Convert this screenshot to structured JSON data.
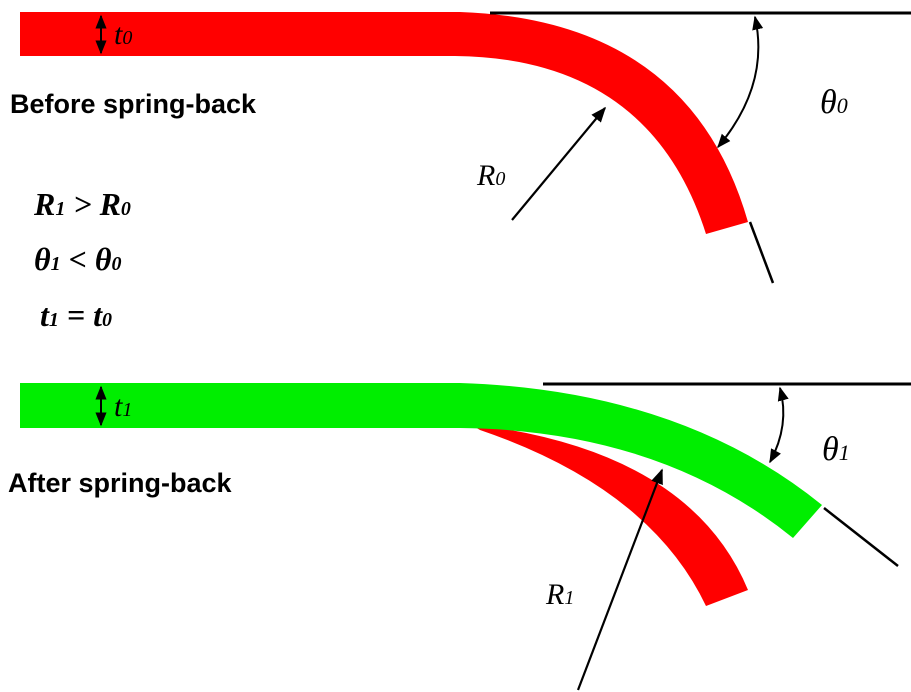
{
  "before": {
    "title": "Before spring-back",
    "thickness_label": "t",
    "thickness_sub": "0",
    "radius_label": "R",
    "radius_sub": "0",
    "angle_label": "θ",
    "angle_sub": "0"
  },
  "relations": {
    "r_lhs": "R",
    "r_lhs_sub": "1",
    "r_op": " > ",
    "r_rhs": "R",
    "r_rhs_sub": "0",
    "theta_lhs": "θ",
    "theta_lhs_sub": "1",
    "theta_op": " < ",
    "theta_rhs": "θ",
    "theta_rhs_sub": "0",
    "t_lhs": "t",
    "t_lhs_sub": "1",
    "t_op": " = ",
    "t_rhs": "t",
    "t_rhs_sub": "0"
  },
  "after": {
    "title": "After spring-back",
    "thickness_label": "t",
    "thickness_sub": "1",
    "radius_label": "R",
    "radius_sub": "1",
    "angle_label": "θ",
    "angle_sub": "1"
  },
  "colors": {
    "before_strip": "#ff0000",
    "after_strip": "#00ee00",
    "line": "#000000"
  }
}
